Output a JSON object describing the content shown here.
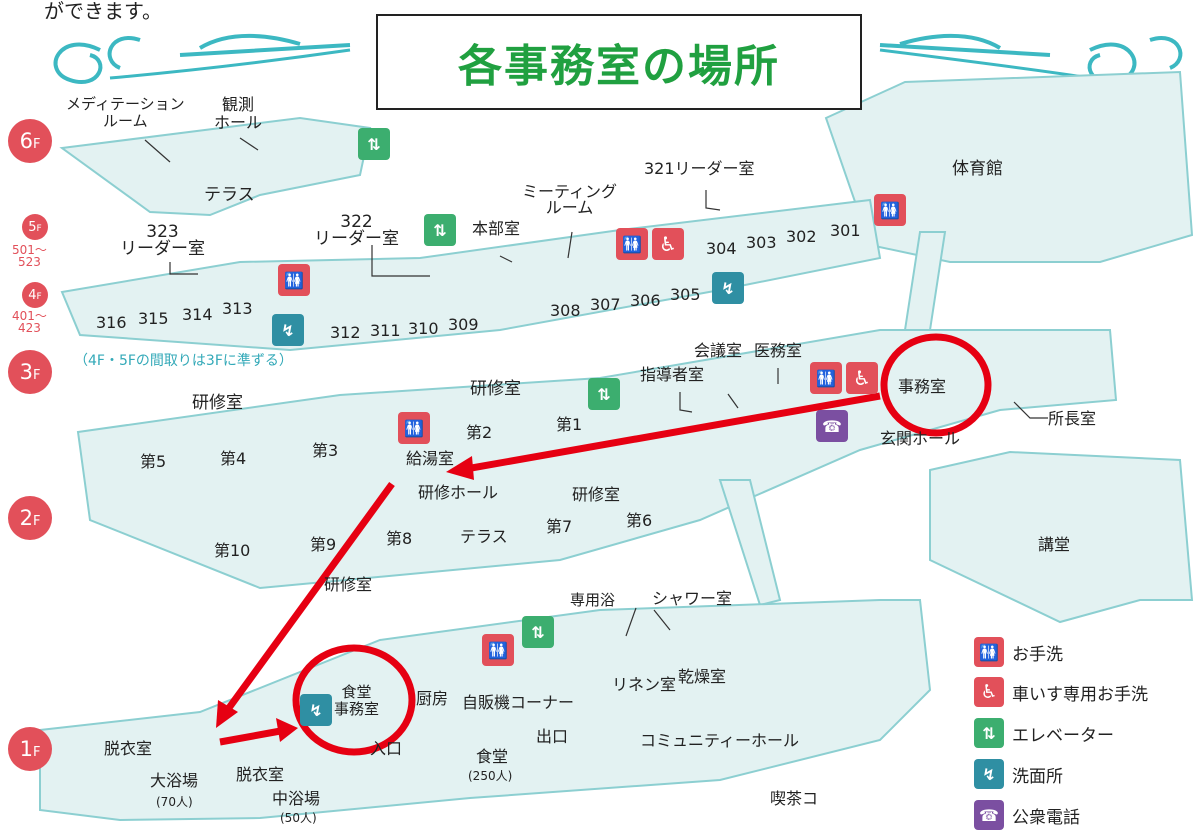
{
  "top_note": "ができます。",
  "title": "各事務室の場所",
  "floors": {
    "f6": {
      "num": "6",
      "suffix": "F"
    },
    "f5": {
      "num": "5",
      "suffix": "F",
      "range": "501〜\n523"
    },
    "f4": {
      "num": "4",
      "suffix": "F",
      "range": "401〜\n423"
    },
    "f3": {
      "num": "3",
      "suffix": "F"
    },
    "f2": {
      "num": "2",
      "suffix": "F"
    },
    "f1": {
      "num": "1",
      "suffix": "F"
    }
  },
  "floor_note": "（4F・5Fの間取りは3Fに準ずる）",
  "rooms6f": {
    "meditation": "メディテーション\nルーム",
    "observation": "観測\nホール",
    "terrace": "テラス"
  },
  "rooms3f": {
    "leader323": "323\nリーダー室",
    "leader322": "322\nリーダー室",
    "hq": "本部室",
    "meeting": "ミーティング\nルーム",
    "leader321": "321リーダー室",
    "r301": "301",
    "r302": "302",
    "r303": "303",
    "r304": "304",
    "r305": "305",
    "r306": "306",
    "r307": "307",
    "r308": "308",
    "r309": "309",
    "r310": "310",
    "r311": "311",
    "r312": "312",
    "r313": "313",
    "r314": "314",
    "r315": "315",
    "r316": "316"
  },
  "gym": "体育館",
  "rooms2f": {
    "training_left": "研修室",
    "training_mid": "研修室",
    "dai5": "第5",
    "dai4": "第4",
    "dai3": "第3",
    "dai2": "第2",
    "dai1": "第1",
    "kyutoshitsu": "給湯室",
    "training_hall": "研修ホール",
    "training_right": "研修室",
    "dai10": "第10",
    "dai9": "第9",
    "dai8": "第8",
    "terrace": "テラス",
    "dai7": "第7",
    "dai6": "第6",
    "training_bottom": "研修室",
    "instructor": "指導者室",
    "conference": "会議室",
    "medical": "医務室",
    "office": "事務室",
    "director": "所長室",
    "entrance_hall": "玄関ホール",
    "auditorium": "講堂"
  },
  "rooms1f": {
    "bath_partial": "専用浴",
    "shower": "シャワー室",
    "linen": "リネン室",
    "drying": "乾燥室",
    "cafeteria_office": "食堂\n事務室",
    "kitchen": "厨房",
    "vending": "自販機コーナー",
    "exit": "出口",
    "community_hall": "コミュニティーホール",
    "changing_left": "脱衣室",
    "entrance_partial": "入口",
    "cafeteria": "食堂",
    "cafeteria_cap": "(250人)",
    "big_bath": "大浴場",
    "big_bath_cap": "(70人)",
    "changing_mid": "脱衣室",
    "mid_bath": "中浴場",
    "mid_bath_cap": "(50人)",
    "cafe": "喫茶コ"
  },
  "icons": {
    "wc": "🚻",
    "accessible": "♿",
    "elevator": "⇅",
    "wash": "↯",
    "phone": "☎"
  },
  "legend": [
    {
      "icon": "restroom-icon",
      "label": "お手洗"
    },
    {
      "icon": "wheelchair-icon",
      "label": "車いす専用お手洗"
    },
    {
      "icon": "elevator-icon",
      "label": "エレベーター"
    },
    {
      "icon": "washroom-icon",
      "label": "洗面所"
    },
    {
      "icon": "phone-icon",
      "label": "公衆電話"
    }
  ],
  "colors": {
    "floor_fill": "#e3f2f2",
    "floor_stroke": "#8ccfd1",
    "accent_red": "#e60012",
    "floor_badge": "#e2505a",
    "title_green": "#20a040",
    "teal_note": "#33a9b8",
    "ornament": "#3cb8c2"
  }
}
